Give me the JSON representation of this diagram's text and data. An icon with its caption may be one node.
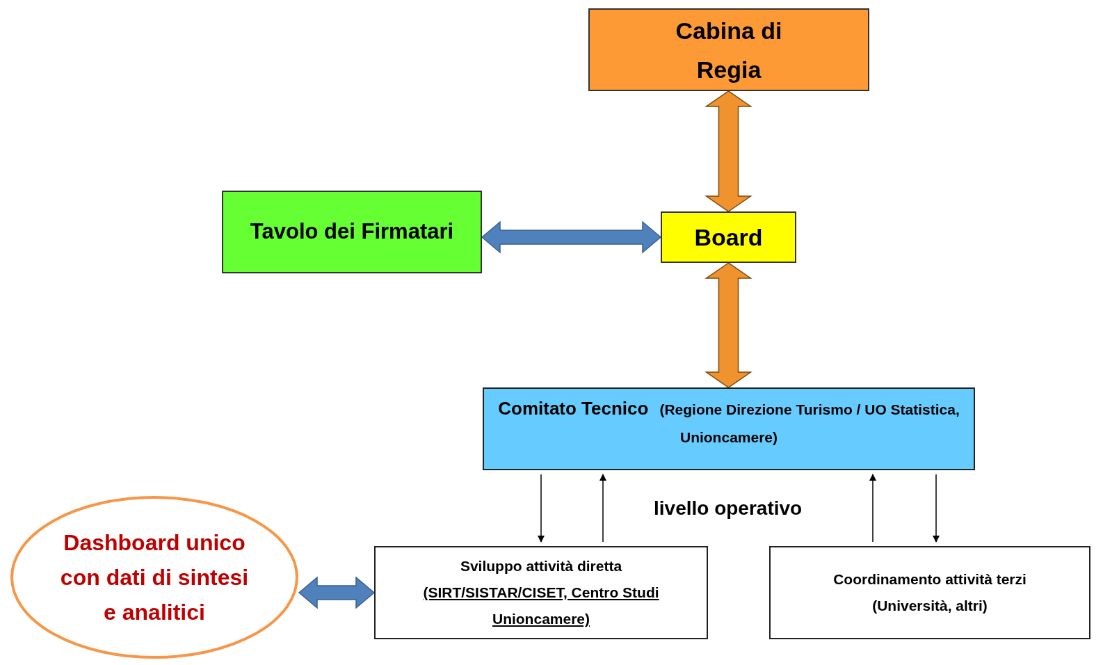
{
  "diagram": {
    "nodes": [
      {
        "text": [
          "Cabina di Regia"
        ]
      },
      {
        "text": [
          "Tavolo dei Firmatari"
        ]
      },
      {
        "text": [
          "Board"
        ]
      },
      {
        "text": [
          "Comitato Tecnico",
          "(Regione Direzione Turismo / UO Statistica, Unioncamere)"
        ]
      },
      {
        "text": [
          "Dashboard unico con dati di sintesi e analitici"
        ]
      },
      {
        "text": [
          "Sviluppo attività diretta",
          "(SIRT/SISTAR/CISET, Centro Studi Unioncamere)"
        ]
      },
      {
        "text": [
          "Coordinamento attività terzi",
          "(Università, altri)"
        ]
      }
    ],
    "edges": [
      {
        "from": 2,
        "to": 0,
        "arrow": "both",
        "style": "thick",
        "color": "#f0922e"
      },
      {
        "from": 1,
        "to": 2,
        "arrow": "both",
        "style": "thick",
        "color": "#4f81bd"
      },
      {
        "from": 2,
        "to": 3,
        "arrow": "both",
        "style": "thick",
        "color": "#f0922e"
      },
      {
        "from": 3,
        "to": 5,
        "arrow": "to"
      },
      {
        "from": 5,
        "to": 3,
        "arrow": "to"
      },
      {
        "from": 6,
        "to": 3,
        "arrow": "to"
      },
      {
        "from": 3,
        "to": 6,
        "arrow": "to"
      },
      {
        "from": 4,
        "to": 5,
        "arrow": "both",
        "style": "thick",
        "color": "#4f81bd"
      }
    ],
    "labels": [
      "livello operativo"
    ]
  }
}
